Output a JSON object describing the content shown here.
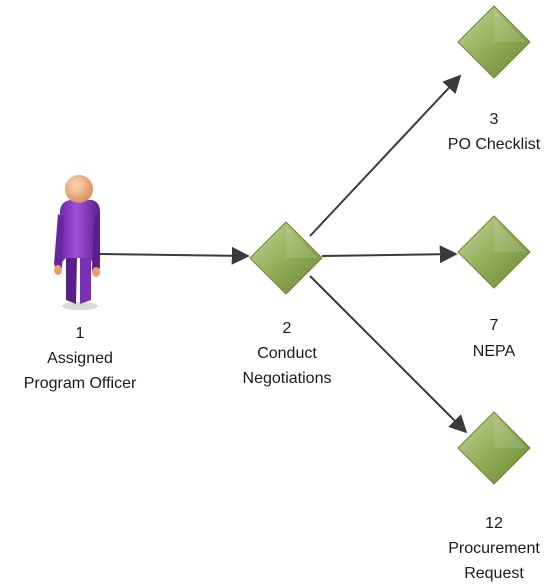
{
  "nodes": [
    {
      "id": "person",
      "number": "1",
      "line1": "Assigned",
      "line2": "Program Officer",
      "icon": "person-icon"
    },
    {
      "id": "conduct",
      "number": "2",
      "line1": "Conduct",
      "line2": "Negotiations",
      "icon": "diamond-icon"
    },
    {
      "id": "checklist",
      "number": "3",
      "line1": "PO Checklist",
      "icon": "diamond-icon"
    },
    {
      "id": "nepa",
      "number": "7",
      "line1": "NEPA",
      "icon": "diamond-icon"
    },
    {
      "id": "procurement",
      "number": "12",
      "line1": "Procurement",
      "line2": "Request",
      "icon": "diamond-icon"
    }
  ],
  "edges": [
    {
      "from": "person",
      "to": "conduct"
    },
    {
      "from": "conduct",
      "to": "checklist"
    },
    {
      "from": "conduct",
      "to": "nepa"
    },
    {
      "from": "conduct",
      "to": "procurement"
    }
  ],
  "colors": {
    "diamond_light": "#b8cd86",
    "diamond_mid": "#8aa450",
    "diamond_dark": "#5e7a2c",
    "person_purple": "#8b35c7",
    "person_purple_dark": "#5c1f8a",
    "person_skin": "#f2b483",
    "edge": "#3a3a3a"
  }
}
